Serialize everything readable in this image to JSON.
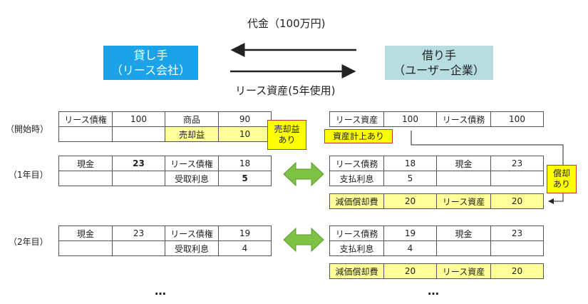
{
  "top": {
    "price_label": "代金（100万円)",
    "asset_label": "リース資産(5年使用)"
  },
  "lessor": {
    "line1": "貸し手",
    "line2": "（リース会社）"
  },
  "lessee": {
    "line1": "借り手",
    "line2": "（ユーザー企業）"
  },
  "row_labels": {
    "start": "（開始時）",
    "year1": "（1年目）",
    "year2": "（2年目）"
  },
  "lessor_tables": {
    "start": [
      [
        "リース債権",
        "100",
        "商品",
        "90"
      ],
      [
        "",
        "",
        "売却益",
        "10"
      ]
    ],
    "year1": [
      [
        "現金",
        "23",
        "リース債権",
        "18"
      ],
      [
        "",
        "",
        "受取利息",
        "5"
      ]
    ],
    "year2": [
      [
        "現金",
        "23",
        "リース債権",
        "19"
      ],
      [
        "",
        "",
        "受取利息",
        "4"
      ]
    ]
  },
  "lessee_tables": {
    "start": [
      [
        "リース資産",
        "100",
        "リース債務",
        "100"
      ]
    ],
    "year1": [
      [
        "リース債務",
        "18",
        "現金",
        "23"
      ],
      [
        "支払利息",
        "5",
        "",
        ""
      ]
    ],
    "year1_dep": [
      [
        "減価償却費",
        "20",
        "リース資産",
        "20"
      ]
    ],
    "year2": [
      [
        "リース債務",
        "19",
        "現金",
        "23"
      ],
      [
        "支払利息",
        "4",
        "",
        ""
      ]
    ],
    "year2_dep": [
      [
        "減価償却費",
        "20",
        "リース資産",
        "20"
      ]
    ]
  },
  "tags": {
    "gain_line1": "売却益",
    "gain_line2": "あり",
    "asset_recorded": "資産計上あり",
    "dep_line1": "償却",
    "dep_line2": "あり"
  },
  "ellipsis": "…",
  "colors": {
    "lessor_box": "#1aa3e8",
    "lessee_box": "#b7dde0",
    "highlight_cell": "#ffff99",
    "tag_fill": "#ffff00",
    "double_arrow": "#7dc242"
  }
}
